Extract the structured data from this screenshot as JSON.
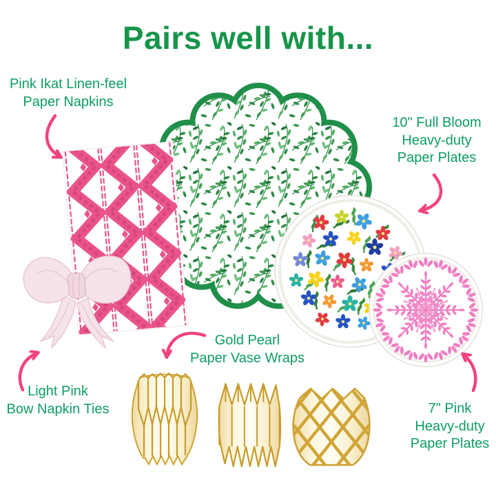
{
  "title": "Pairs well with...",
  "labels": {
    "ikat": {
      "lines": [
        "Pink Ikat Linen-feel",
        "Paper Napkins"
      ]
    },
    "full_bloom": {
      "lines": [
        "10\" Full Bloom",
        "Heavy-duty",
        "Paper Plates"
      ]
    },
    "gold_pearl": {
      "lines": [
        "Gold Pearl",
        "Paper Vase Wraps"
      ]
    },
    "bow": {
      "lines": [
        "Light Pink",
        "Bow Napkin Ties"
      ]
    },
    "pink_plates": {
      "lines": [
        "7\" Pink",
        "Heavy-duty",
        "Paper Plates"
      ]
    }
  },
  "colors": {
    "title_green": "#17954a",
    "label_green": "#0d9d62",
    "arrow_pink": "#f2437e",
    "ikat_pink": "#e9548b",
    "placemat_green": "#1f8f4a",
    "plate_pink": "#ef7fc2",
    "vase_gold": "#c89b2a",
    "bow_pink": "#f6e2ea"
  }
}
